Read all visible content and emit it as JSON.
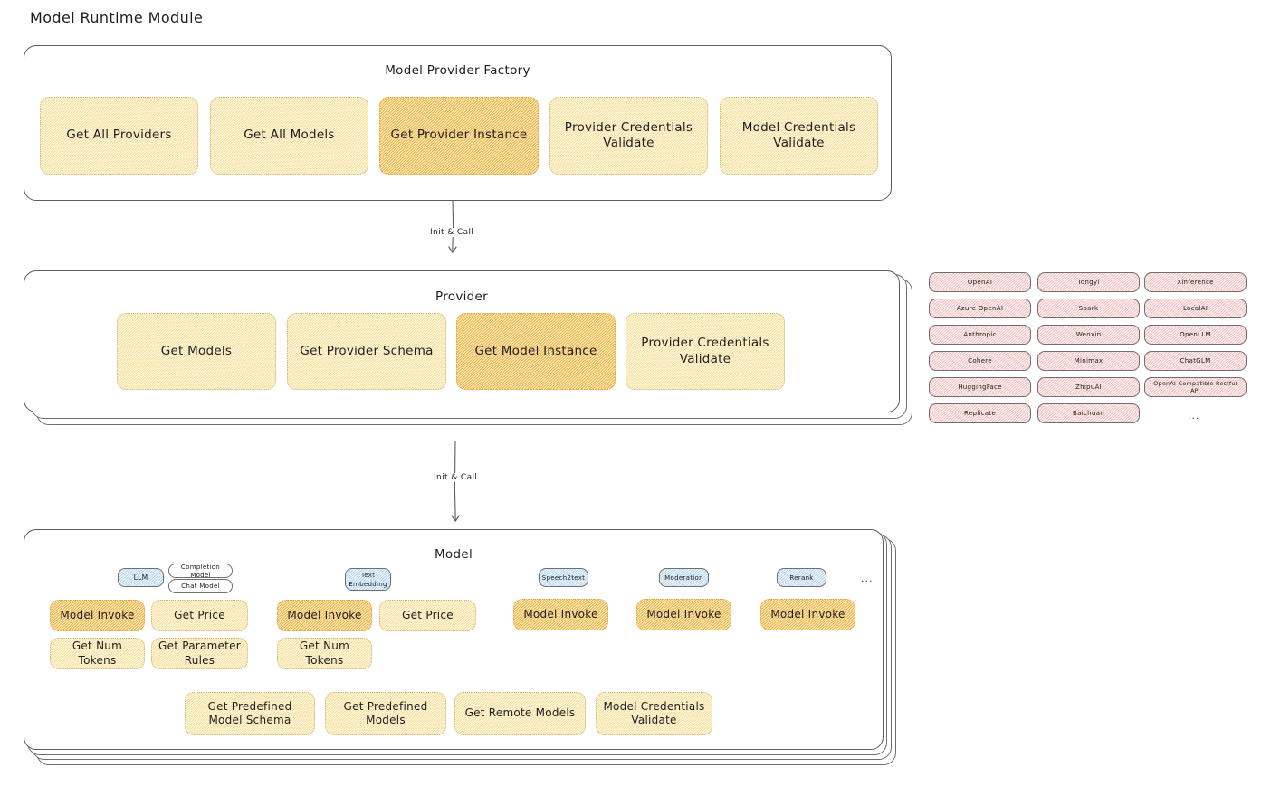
{
  "page": {
    "title": "Model Runtime Module"
  },
  "layers": [
    {
      "id": "model-provider-factory",
      "title": "Model Provider Factory",
      "nodes": [
        {
          "label": "Get All Providers",
          "highlight": false
        },
        {
          "label": "Get All Models",
          "highlight": false
        },
        {
          "label": "Get Provider Instance",
          "highlight": true
        },
        {
          "label": "Provider Credentials Validate",
          "highlight": false
        },
        {
          "label": "Model Credentials Validate",
          "highlight": false
        }
      ]
    },
    {
      "id": "provider",
      "title": "Provider",
      "nodes": [
        {
          "label": "Get Models",
          "highlight": false
        },
        {
          "label": "Get Provider Schema",
          "highlight": false
        },
        {
          "label": "Get Model Instance",
          "highlight": true
        },
        {
          "label": "Provider Credentials Validate",
          "highlight": false
        }
      ]
    },
    {
      "id": "model",
      "title": "Model"
    }
  ],
  "arrows": [
    {
      "label": "Init & Call",
      "from": "model-provider-factory",
      "to": "provider"
    },
    {
      "label": "Init & Call",
      "from": "provider",
      "to": "model"
    }
  ],
  "provider_list": {
    "columns": [
      {
        "chips": [
          "OpenAI",
          "Azure OpenAI",
          "Anthropic",
          "Cohere",
          "HuggingFace",
          "Replicate"
        ]
      },
      {
        "chips": [
          "Tongyi",
          "Spark",
          "Wenxin",
          "Minimax",
          "ZhipuAI",
          "Baichuan"
        ]
      },
      {
        "chips": [
          "Xinference",
          "LocalAI",
          "OpenLLM",
          "ChatGLM",
          "OpenAI-Compatible Restful API"
        ],
        "ellipsis": "..."
      }
    ]
  },
  "model_section": {
    "ellipsis": "...",
    "types": [
      {
        "badge": "LLM",
        "sub_badges": [
          "Completion Model",
          "Chat Model"
        ],
        "methods": [
          {
            "label": "Model Invoke",
            "highlight": true
          },
          {
            "label": "Get Price",
            "highlight": false
          },
          {
            "label": "Get Num Tokens",
            "highlight": false
          },
          {
            "label": "Get Parameter Rules",
            "highlight": false
          }
        ]
      },
      {
        "badge": "Text Embedding",
        "sub_badges": [],
        "methods": [
          {
            "label": "Model Invoke",
            "highlight": true
          },
          {
            "label": "Get Price",
            "highlight": false
          },
          {
            "label": "Get Num Tokens",
            "highlight": false
          }
        ]
      },
      {
        "badge": "Speech2text",
        "sub_badges": [],
        "methods": [
          {
            "label": "Model Invoke",
            "highlight": true
          }
        ]
      },
      {
        "badge": "Moderation",
        "sub_badges": [],
        "methods": [
          {
            "label": "Model Invoke",
            "highlight": true
          }
        ]
      },
      {
        "badge": "Rerank",
        "sub_badges": [],
        "methods": [
          {
            "label": "Model Invoke",
            "highlight": true
          }
        ]
      }
    ],
    "shared_methods": [
      "Get Predefined Model Schema",
      "Get Predefined Models",
      "Get Remote Models",
      "Model Credentials Validate"
    ]
  },
  "colors": {
    "highlight_fill": "#ecA828",
    "soft_fill": "#fdf8e3",
    "provider_chip": "#fdf1f1",
    "model_badge": "#eef6fc",
    "stroke": "#5c5c5c"
  }
}
